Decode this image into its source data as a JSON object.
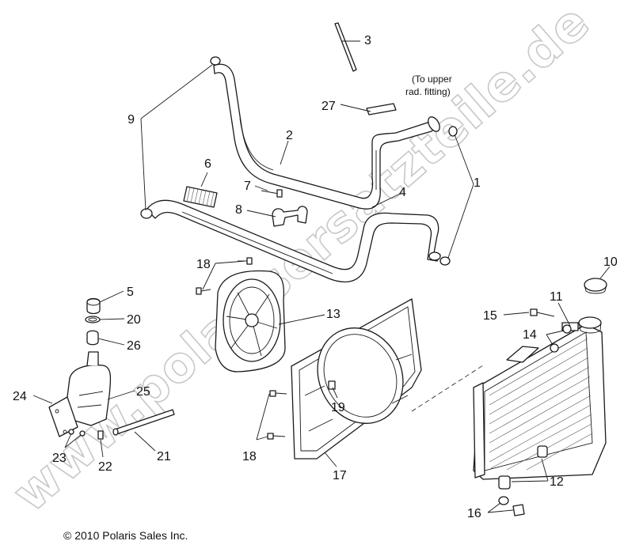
{
  "diagram": {
    "labels": {
      "l1": "1",
      "l2": "2",
      "l3": "3",
      "l4": "4",
      "l5": "5",
      "l6": "6",
      "l7": "7",
      "l8": "8",
      "l9": "9",
      "l10": "10",
      "l11": "11",
      "l12": "12",
      "l13": "13",
      "l14": "14",
      "l15": "15",
      "l16": "16",
      "l17": "17",
      "l18a": "18",
      "l18b": "18",
      "l19": "19",
      "l20": "20",
      "l21": "21",
      "l22": "22",
      "l23": "23",
      "l24": "24",
      "l25": "25",
      "l26": "26",
      "l27": "27"
    },
    "note": {
      "line1": "(To upper",
      "line2": "rad. fitting)"
    },
    "copyright": "© 2010 Polaris Sales Inc.",
    "watermark": "www.polarisersatzteile.de"
  }
}
